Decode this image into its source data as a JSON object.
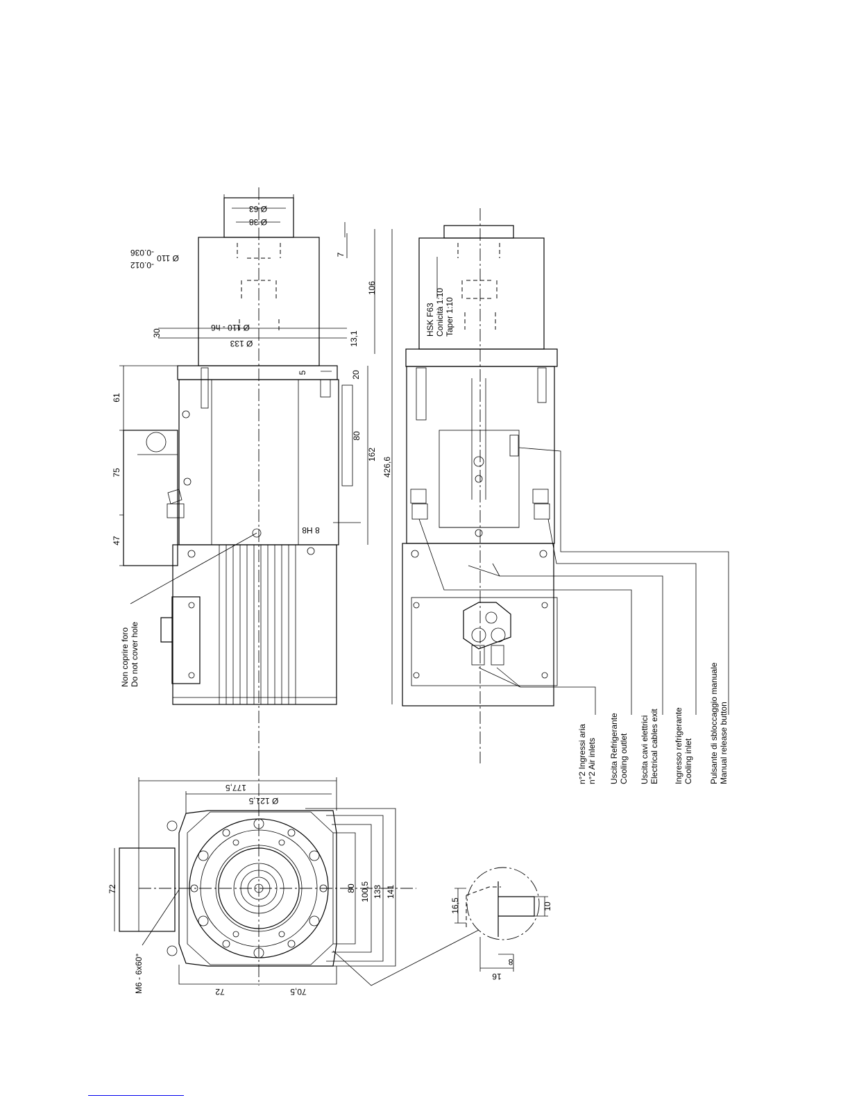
{
  "drawing": {
    "dims_top": {
      "d63": "Ø 63",
      "d38": "Ø 38",
      "d110_tol": "Ø 110",
      "tol_upper": "-0.036",
      "tol_lower": "-0.012",
      "d110_h6": "Ø 110 - h6",
      "d133": "Ø 133",
      "v7": "7",
      "v106": "106",
      "v30": "30",
      "v13_1": "13,1",
      "v5": "5",
      "v20": "20",
      "v80": "80",
      "v162": "162",
      "v426_6": "426,6",
      "v8h8": "8 H8",
      "v61": "61",
      "v75": "75",
      "v47": "47"
    },
    "dims_bottom": {
      "v177_5": "177,5",
      "d121_5": "Ø 121,5",
      "v72_left": "72",
      "v80": "80",
      "v100_5": "100,5",
      "v133": "133",
      "v141": "141",
      "v72_bottom": "72",
      "v70_5": "70,5",
      "m6": "M6 - 6x60°",
      "v16_5": "16,5",
      "v10": "10",
      "v8": "8",
      "v16": "16"
    },
    "notes": {
      "hole_it": "Non coprire foro",
      "hole_en": "Do not cover hole",
      "hsk_1": "HSK F63",
      "hsk_2": "Conicità 1:10",
      "hsk_3": "Taper   1:10"
    },
    "legend": [
      {
        "it": "n°2 Ingressi aria",
        "en": "n°2 Air inlets"
      },
      {
        "it": "Uscita Refrigerante",
        "en": "Cooling outlet"
      },
      {
        "it": "Uscita cavi elettrici",
        "en": "Electrical cables exit"
      },
      {
        "it": "Ingresso refrigerante",
        "en": "Cooling inlet"
      },
      {
        "it": "Pulsante di sbloccaggio manuale",
        "en": "Manual release button"
      }
    ]
  }
}
